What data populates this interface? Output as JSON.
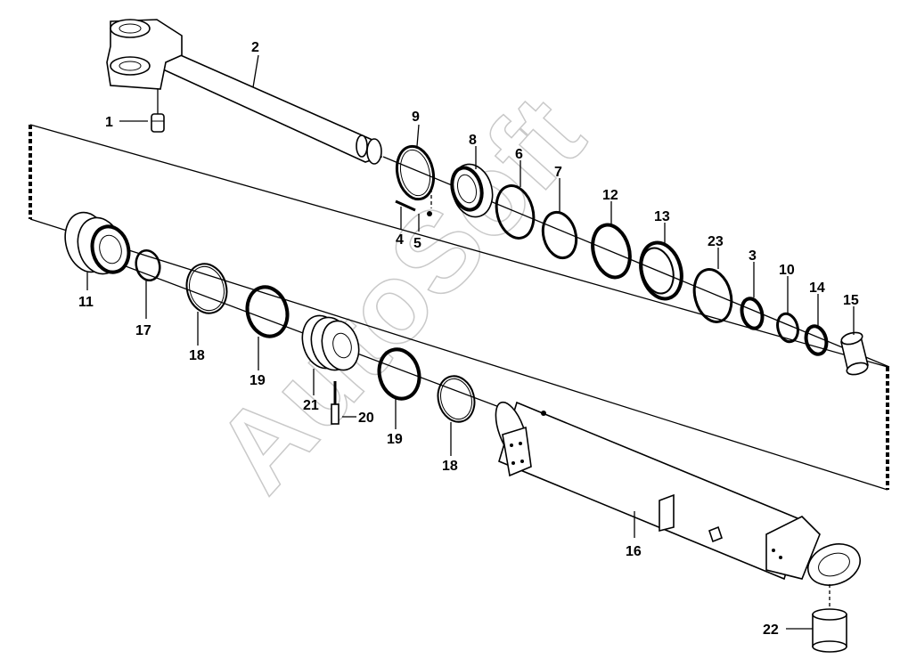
{
  "watermark": "AutoSoft",
  "labels": {
    "p1": "1",
    "p2": "2",
    "p3": "3",
    "p4": "4",
    "p5": "5",
    "p6": "6",
    "p7": "7",
    "p8": "8",
    "p9": "9",
    "p10": "10",
    "p11": "11",
    "p12": "12",
    "p13": "13",
    "p14": "14",
    "p15": "15",
    "p16": "16",
    "p17": "17",
    "p18a": "18",
    "p18b": "18",
    "p19a": "19",
    "p19b": "19",
    "p20": "20",
    "p21": "21",
    "p22": "22",
    "p23": "23"
  }
}
